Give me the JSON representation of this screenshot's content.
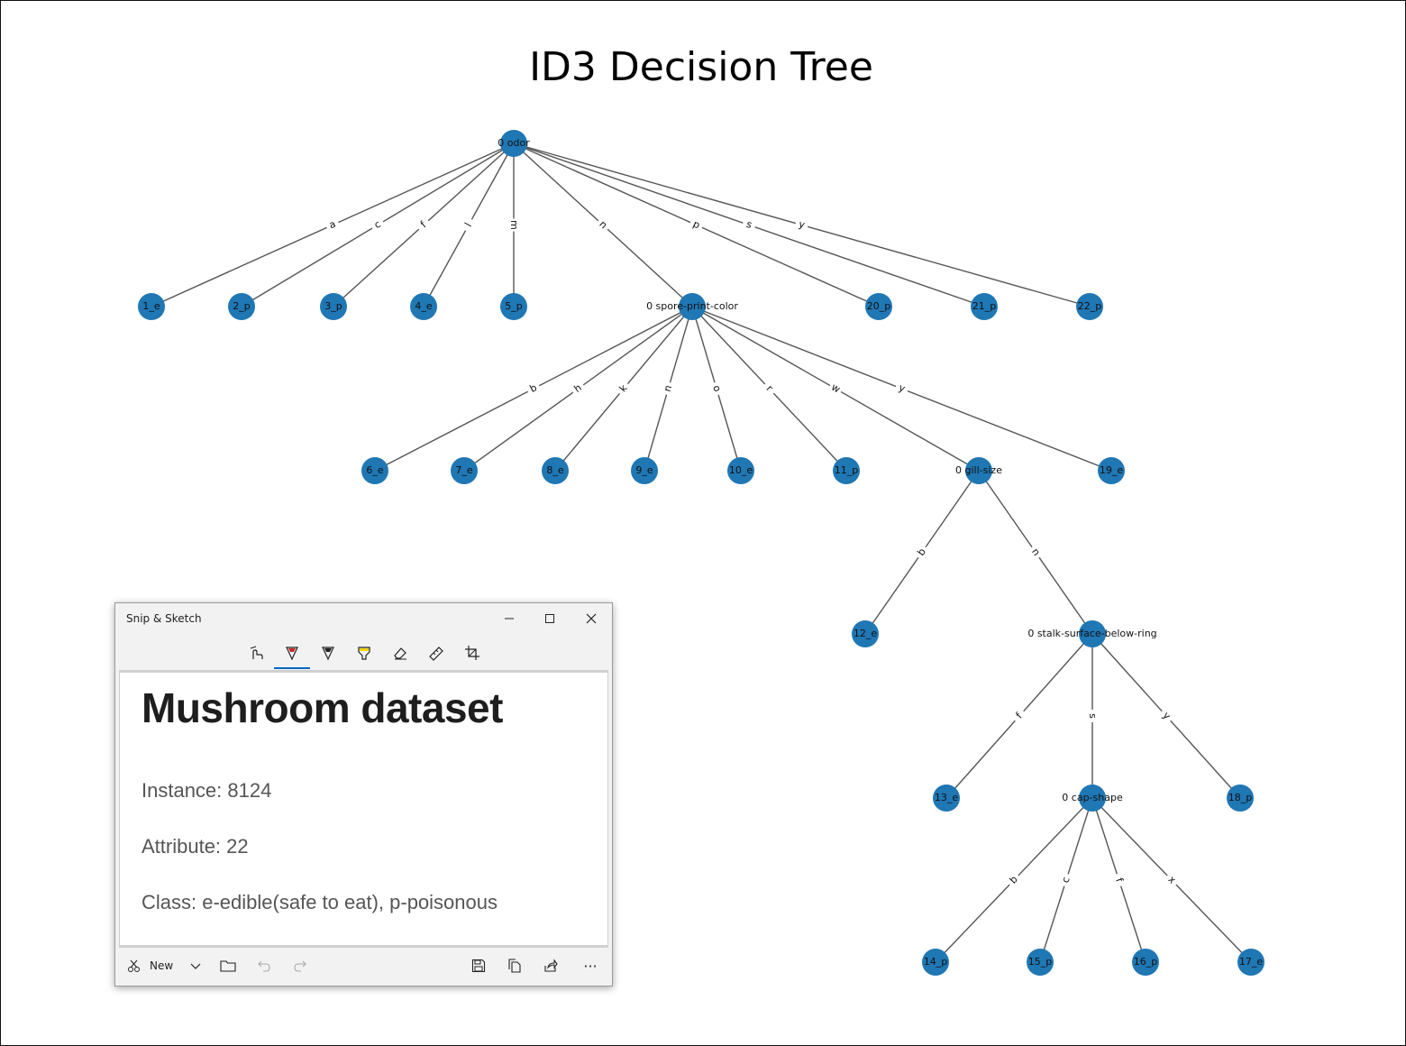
{
  "title": "ID3 Decision Tree",
  "diagram": {
    "nodes": [
      {
        "id": "root",
        "label": "0 odor",
        "parent": null,
        "edge": null
      },
      {
        "id": "n1",
        "label": "1_e",
        "parent": "root",
        "edge": "a"
      },
      {
        "id": "n2",
        "label": "2_p",
        "parent": "root",
        "edge": "c"
      },
      {
        "id": "n3",
        "label": "3_p",
        "parent": "root",
        "edge": "f"
      },
      {
        "id": "n4",
        "label": "4_e",
        "parent": "root",
        "edge": "l"
      },
      {
        "id": "n5",
        "label": "5_p",
        "parent": "root",
        "edge": "m"
      },
      {
        "id": "spc",
        "label": "0 spore-print-color",
        "parent": "root",
        "edge": "n"
      },
      {
        "id": "n20",
        "label": "20_p",
        "parent": "root",
        "edge": "p"
      },
      {
        "id": "n21",
        "label": "21_p",
        "parent": "root",
        "edge": "s"
      },
      {
        "id": "n22",
        "label": "22_p",
        "parent": "root",
        "edge": "y"
      },
      {
        "id": "n6",
        "label": "6_e",
        "parent": "spc",
        "edge": "b"
      },
      {
        "id": "n7",
        "label": "7_e",
        "parent": "spc",
        "edge": "h"
      },
      {
        "id": "n8",
        "label": "8_e",
        "parent": "spc",
        "edge": "k"
      },
      {
        "id": "n9",
        "label": "9_e",
        "parent": "spc",
        "edge": "n"
      },
      {
        "id": "n10",
        "label": "10_e",
        "parent": "spc",
        "edge": "o"
      },
      {
        "id": "n11",
        "label": "11_p",
        "parent": "spc",
        "edge": "r"
      },
      {
        "id": "gs",
        "label": "0 gill-size",
        "parent": "spc",
        "edge": "w"
      },
      {
        "id": "n19",
        "label": "19_e",
        "parent": "spc",
        "edge": "y"
      },
      {
        "id": "n12",
        "label": "12_e",
        "parent": "gs",
        "edge": "b"
      },
      {
        "id": "ssbr",
        "label": "0 stalk-surface-below-ring",
        "parent": "gs",
        "edge": "n"
      },
      {
        "id": "n13",
        "label": "13_e",
        "parent": "ssbr",
        "edge": "f"
      },
      {
        "id": "cs",
        "label": "0 cap-shape",
        "parent": "ssbr",
        "edge": "s"
      },
      {
        "id": "n18",
        "label": "18_p",
        "parent": "ssbr",
        "edge": "y"
      },
      {
        "id": "n14",
        "label": "14_p",
        "parent": "cs",
        "edge": "b"
      },
      {
        "id": "n15",
        "label": "15_p",
        "parent": "cs",
        "edge": "c"
      },
      {
        "id": "n16",
        "label": "16_p",
        "parent": "cs",
        "edge": "f"
      },
      {
        "id": "n17",
        "label": "17_e",
        "parent": "cs",
        "edge": "x"
      }
    ]
  },
  "colors": {
    "node": "#1f77b4",
    "edge": "#555555",
    "accent": "#0067c0",
    "pen_red": "#c62828",
    "highlighter_yellow": "#f2d600"
  },
  "snip_window": {
    "title": "Snip & Sketch",
    "controls": {
      "minimize": "—",
      "maximize": "☐",
      "close": "✕"
    },
    "tools": [
      "touch-writing-icon",
      "ballpoint-pen-icon",
      "pencil-icon",
      "highlighter-icon",
      "eraser-icon",
      "ruler-icon",
      "crop-icon"
    ],
    "active_tool": "ballpoint-pen-icon",
    "content": {
      "heading": "Mushroom dataset",
      "instance": "Instance: 8124",
      "attribute": "Attribute: 22",
      "class": "Class: e-edible(safe to eat), p-poisonous"
    },
    "bottom": {
      "new_label": "New",
      "more": "···"
    }
  }
}
